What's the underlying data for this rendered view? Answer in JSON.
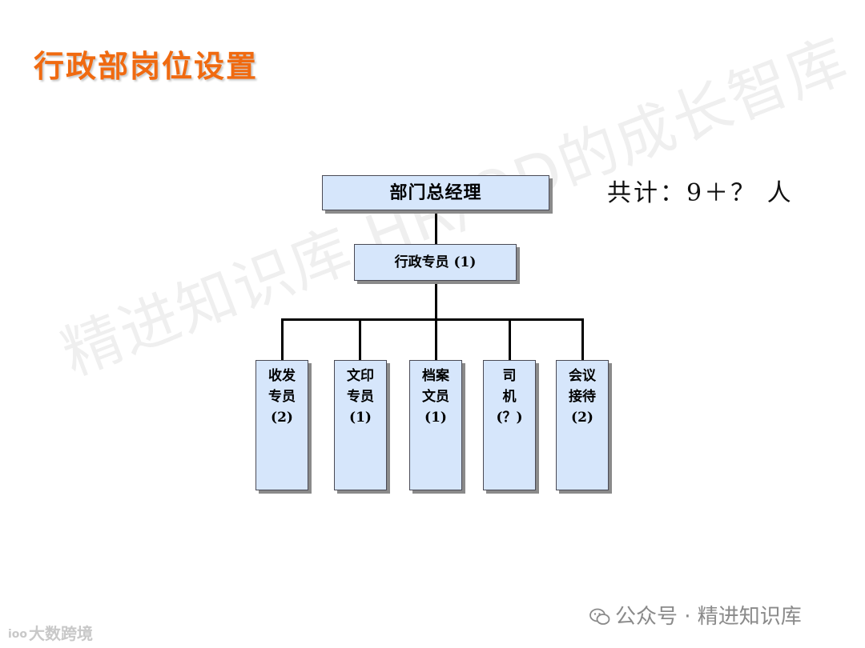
{
  "slide": {
    "title": "行政部岗位设置",
    "total": "共计：9＋？ 人"
  },
  "org_chart": {
    "root": "部门总经理",
    "second": "行政专员 (1)",
    "leaves": [
      {
        "lines": [
          "收发",
          "专员",
          "(2)"
        ]
      },
      {
        "lines": [
          "文印",
          "专员",
          "(1)"
        ]
      },
      {
        "lines": [
          "档案",
          "文员",
          "(1)"
        ]
      },
      {
        "lines": [
          "司",
          "机",
          "(？)"
        ]
      },
      {
        "lines": [
          "会议",
          "接待",
          "(2)"
        ]
      }
    ]
  },
  "watermark": "精进知识库 HR/OD的成长智库",
  "footer": {
    "brand": "公众号 · 精进知识库",
    "source": "大数跨境",
    "source_logo": "ioo"
  },
  "colors": {
    "title": "#f06a10",
    "box_fill": "#d6e6fb",
    "box_border": "#4a4a55"
  }
}
